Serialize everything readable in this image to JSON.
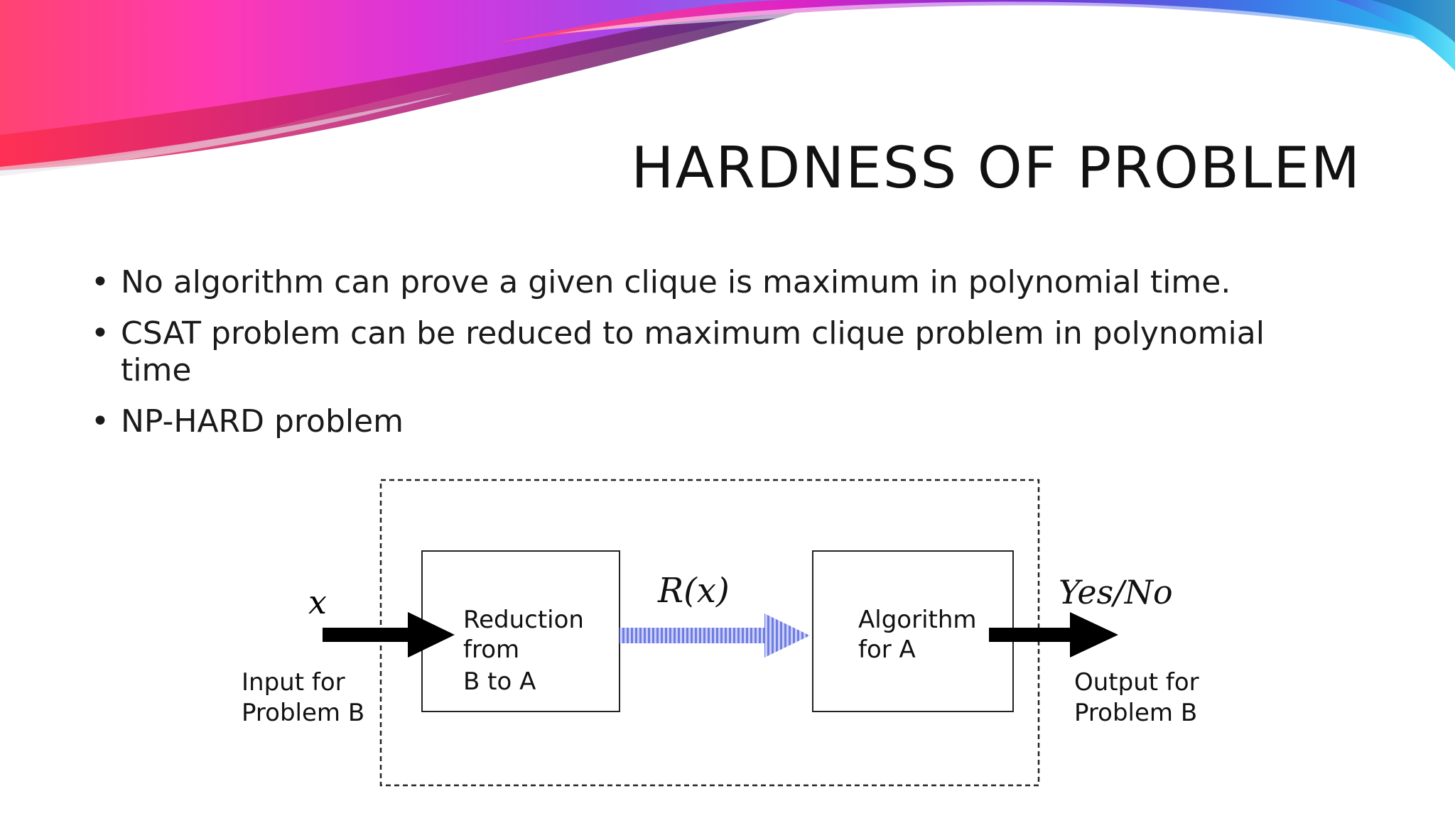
{
  "slide": {
    "title": "HARDNESS OF PROBLEM",
    "bullets": [
      "No algorithm can prove a given clique is maximum in polynomial time.",
      "CSAT problem can be reduced to maximum clique problem in polynomial time",
      "NP-HARD problem"
    ],
    "bullet_symbol": "•"
  },
  "diagram": {
    "input_symbol": "x",
    "input_label_line1": "Input for",
    "input_label_line2": "Problem B",
    "reduction_line1": "Reduction",
    "reduction_line2": "from",
    "reduction_line3": "B to A",
    "mapping_label": "R(x)",
    "algorithm_line1": "Algorithm",
    "algorithm_line2": "for A",
    "output_symbol": "Yes/No",
    "output_label_line1": "Output for",
    "output_label_line2": "Problem B",
    "colors": {
      "hatched_arrow": "#7b86e0",
      "box_stroke": "#222222",
      "arrow_fill": "#000000"
    }
  }
}
